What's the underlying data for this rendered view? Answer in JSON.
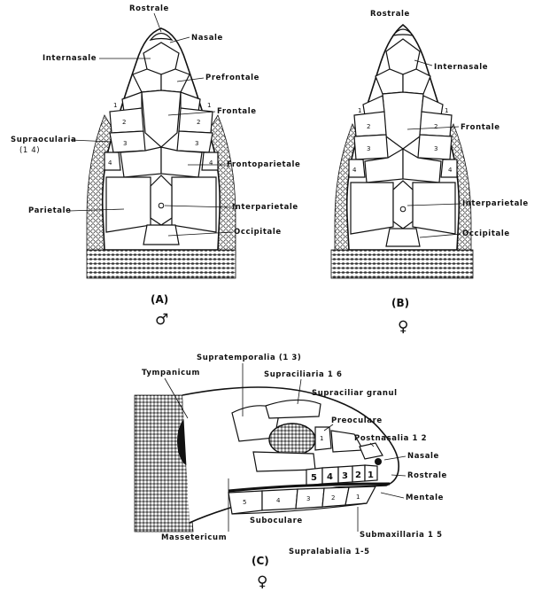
{
  "panel_a": {
    "letter": "(A)",
    "sex_symbol": "♂",
    "labels": {
      "rostrale": "Rostrale",
      "nasale": "Nasale",
      "internasale": "Internasale",
      "prefrontale": "Prefrontale",
      "frontale": "Frontale",
      "supraocularia": "Supraocularia",
      "supraocularia_range": "(1 4)",
      "frontoparietale": "Frontoparietale",
      "parietale": "Parietale",
      "interparietale": "Interparietale",
      "occipitale": "Occipitale"
    },
    "numbers": [
      "1",
      "2",
      "3",
      "4",
      "1",
      "2",
      "3",
      "4"
    ]
  },
  "panel_b": {
    "letter": "(B)",
    "sex_symbol": "♀",
    "labels": {
      "rostrale": "Rostrale",
      "internasale": "Internasale",
      "frontale": "Frontale",
      "interparietale": "Interparietale",
      "occipitale": "Occipitale"
    },
    "numbers": [
      "1",
      "2",
      "3",
      "4",
      "1",
      "2",
      "3",
      "4"
    ]
  },
  "panel_c": {
    "letter": "(C)",
    "sex_symbol": "♀",
    "labels": {
      "supratemporalia": "Supratemporalia (1 3)",
      "tympanicum": "Tympanicum",
      "supraciliaria": "Supraciliaria 1 6",
      "supraciliar_granul": "Supraciliar granul",
      "preoculare": "Preoculare",
      "postnasalia": "Postnasalia 1 2",
      "nasale": "Nasale",
      "rostrale": "Rostrale",
      "mentale": "Mentale",
      "suboculare": "Suboculare",
      "submaxillaria": "Submaxillaria 1 5",
      "massetericum": "Massetericum",
      "supralabialia": "Supralabialia 1-5"
    },
    "supralabial_numbers": [
      "5",
      "4",
      "3",
      "2",
      "1"
    ],
    "infralabial_numbers": [
      "5",
      "4",
      "3",
      "2",
      "1"
    ]
  }
}
